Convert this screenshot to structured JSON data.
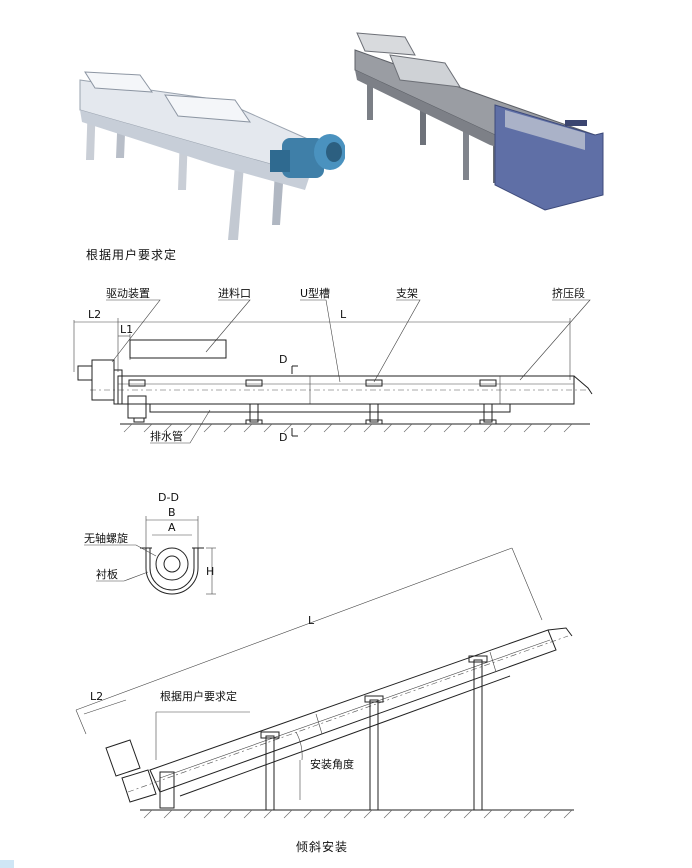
{
  "captions": {
    "top_note": "根据用户要求定",
    "bottom": "倾斜安装"
  },
  "horizontal_view": {
    "drive_device": "驱动装置",
    "inlet": "进料口",
    "u_trough": "U型槽",
    "support": "支架",
    "squeeze_section": "挤压段",
    "drain_pipe": "排水管",
    "dim_l2": "L2",
    "dim_l1": "L1",
    "dim_l": "L",
    "section_mark_top": "D",
    "section_mark_bottom": "D"
  },
  "section_view": {
    "title": "D-D",
    "dim_b": "B",
    "dim_a": "A",
    "dim_h": "H",
    "shaftless_screw": "无轴螺旋",
    "liner": "衬板"
  },
  "inclined_view": {
    "dim_l": "L",
    "dim_l2": "L2",
    "note": "根据用户要求定",
    "install_angle": "安装角度"
  }
}
